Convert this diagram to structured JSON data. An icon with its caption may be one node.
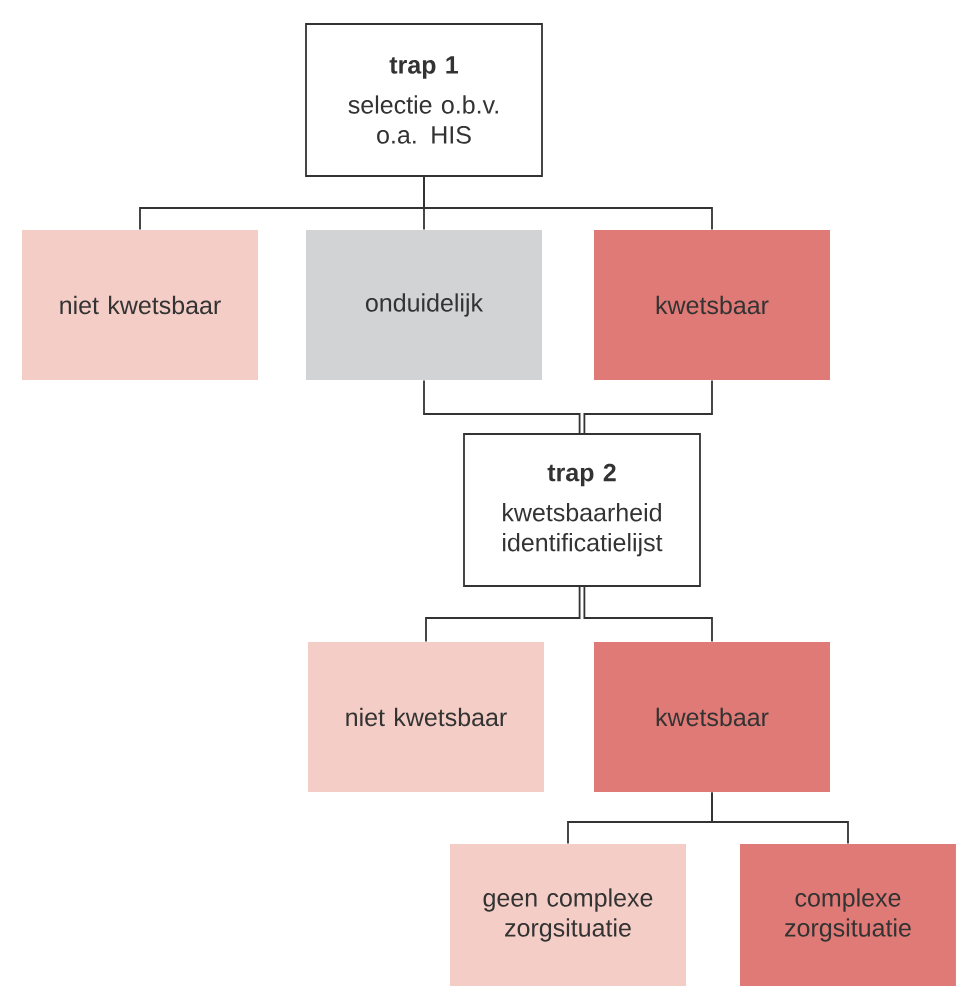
{
  "diagram": {
    "nodes": [
      {
        "text": [
          "trap 1",
          "selectie o.b.v. o.a. HIS"
        ]
      },
      {
        "text": [
          "niet kwetsbaar"
        ]
      },
      {
        "text": [
          "onduidelijk"
        ]
      },
      {
        "text": [
          "kwetsbaar"
        ]
      },
      {
        "text": [
          "trap 2",
          "kwetsbaarheid identificatielijst"
        ]
      },
      {
        "text": [
          "niet kwetsbaar"
        ]
      },
      {
        "text": [
          "kwetsbaar"
        ]
      },
      {
        "text": [
          "geen complexe zorgsituatie"
        ]
      },
      {
        "text": [
          "complexe zorgsituatie"
        ]
      }
    ],
    "edges": [
      {
        "from": 0,
        "to": 1,
        "arrow": "none"
      },
      {
        "from": 0,
        "to": 2,
        "arrow": "none"
      },
      {
        "from": 0,
        "to": 3,
        "arrow": "none"
      },
      {
        "from": 2,
        "to": 4,
        "arrow": "none"
      },
      {
        "from": 3,
        "to": 4,
        "arrow": "none"
      },
      {
        "from": 4,
        "to": 5,
        "arrow": "none"
      },
      {
        "from": 4,
        "to": 6,
        "arrow": "none"
      },
      {
        "from": 6,
        "to": 7,
        "arrow": "none"
      },
      {
        "from": 6,
        "to": 8,
        "arrow": "none"
      }
    ]
  }
}
